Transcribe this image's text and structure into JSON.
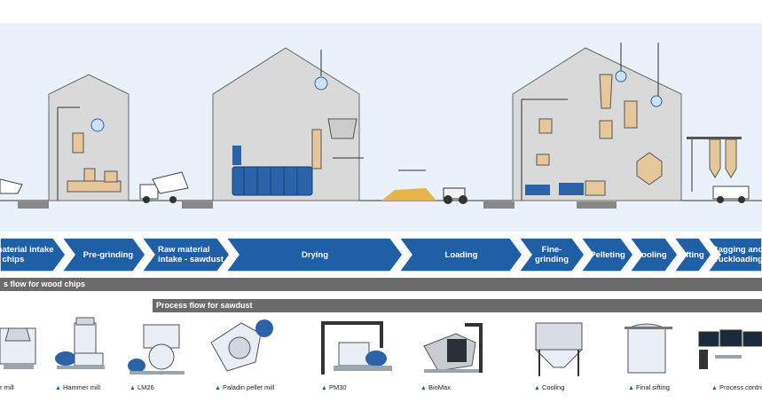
{
  "steps": [
    {
      "label": "material intake\nd chips"
    },
    {
      "label": "Pre-grinding"
    },
    {
      "label": "Raw material\nintake - sawdust"
    },
    {
      "label": "Drying"
    },
    {
      "label": "Loading"
    },
    {
      "label": "Fine-grinding"
    },
    {
      "label": "Pelleting"
    },
    {
      "label": "Cooling"
    },
    {
      "label": "Sifting"
    },
    {
      "label": "Bagging and\ntruckloading"
    }
  ],
  "flows": {
    "wood_chips": "s flow for wood chips",
    "sawdust": "Process flow for sawdust"
  },
  "machines": [
    {
      "caption": "r mill",
      "icon": "hammer-mill-icon"
    },
    {
      "caption": "Hammer mill",
      "icon": "hammer-mill-icon"
    },
    {
      "caption": "LM26",
      "icon": "pellet-mill-icon"
    },
    {
      "caption": "Paladin pellet mill",
      "icon": "pellet-mill-icon"
    },
    {
      "caption": "PM30",
      "icon": "pellet-mill-icon"
    },
    {
      "caption": "BioMax",
      "icon": "pellet-mill-icon"
    },
    {
      "caption": "Cooling",
      "icon": "cooler-icon"
    },
    {
      "caption": "Final sifting",
      "icon": "sifter-icon"
    },
    {
      "caption": "Process control",
      "icon": "computer-icon"
    }
  ],
  "colors": {
    "step_blue": "#1f5fa6",
    "step_border": "#ffffff",
    "flow_grey": "#6b6b6b",
    "building": "#d9d9d9",
    "scene_bg": "#e9f2fa",
    "dryer": "#2a63a9",
    "sawdust": "#e8b44a",
    "machine_tan": "#e6c79b"
  }
}
